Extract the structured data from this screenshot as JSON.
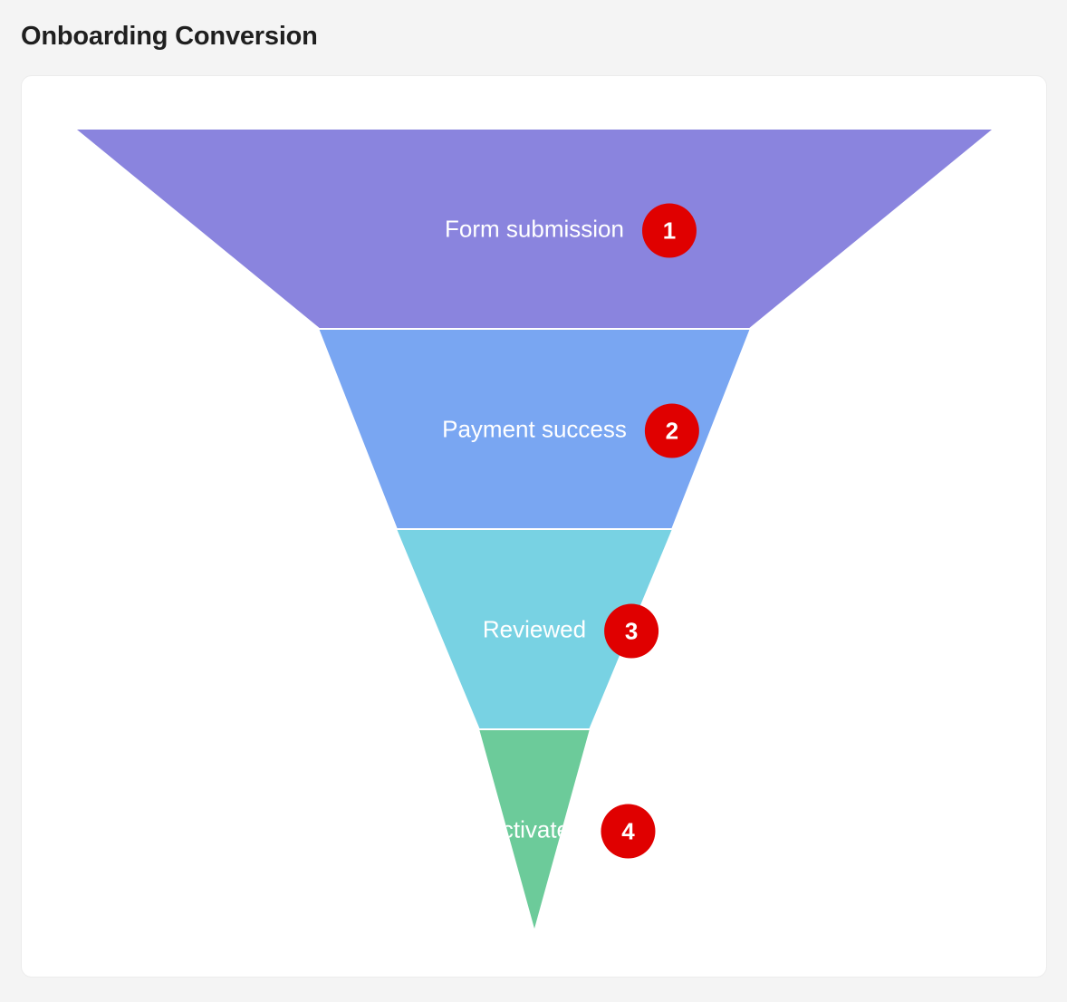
{
  "page": {
    "title": "Onboarding Conversion"
  },
  "chart_data": {
    "type": "funnel",
    "title": "Onboarding Conversion",
    "stages": [
      {
        "label": "Form submission",
        "relative_width_pct": 100,
        "color": "#8a84de",
        "badge": "1"
      },
      {
        "label": "Payment success",
        "relative_width_pct": 47,
        "color": "#79a6f2",
        "badge": "2"
      },
      {
        "label": "Reviewed",
        "relative_width_pct": 30,
        "color": "#78d2e3",
        "badge": "3"
      },
      {
        "label": "Activated",
        "relative_width_pct": 12,
        "color": "#6ccb9a",
        "badge": "4"
      }
    ],
    "end_width_pct": 0,
    "badge_color": "#e00000"
  }
}
